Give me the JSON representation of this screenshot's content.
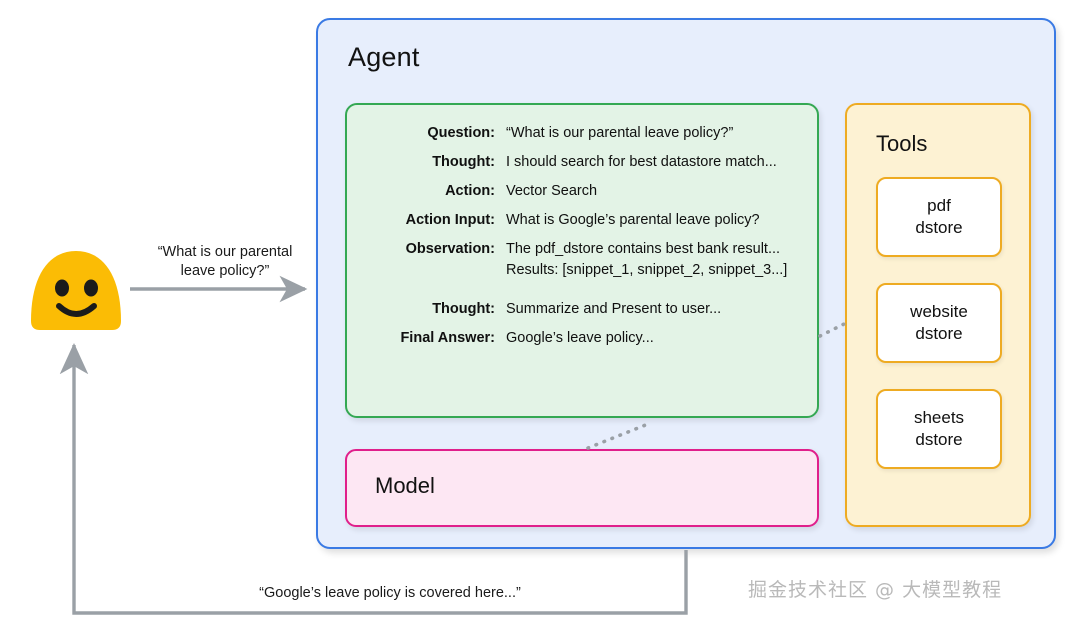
{
  "diagram": {
    "title": "Agent",
    "agent": {
      "label": "Agent",
      "border_color": "#3a7ae4",
      "fill_color": "#e7eefc"
    },
    "trace": {
      "border_color": "#34a853",
      "fill_color": "#e3f3e6",
      "rows": [
        {
          "label": "Question:",
          "value": "“What is our parental leave policy?”"
        },
        {
          "label": "Thought:",
          "value": "I should search for best datastore match..."
        },
        {
          "label": "Action:",
          "value": "Vector Search"
        },
        {
          "label": "Action Input:",
          "value": "What is Google’s parental leave policy?"
        },
        {
          "label": "Observation:",
          "value": "The pdf_dstore contains best bank result...\nResults: [snippet_1, snippet_2, snippet_3...]"
        },
        {
          "label": "Thought:",
          "value": "Summarize and Present to user..."
        },
        {
          "label": "Final Answer:",
          "value": "Google’s leave policy..."
        }
      ]
    },
    "model": {
      "label": "Model",
      "border_color": "#e01f8b",
      "fill_color": "#fde7f3"
    },
    "tools": {
      "label": "Tools",
      "border_color": "#eeab22",
      "fill_color": "#fdf2d3",
      "items": [
        {
          "label": "pdf\ndstore"
        },
        {
          "label": "website\ndstore"
        },
        {
          "label": "sheets\ndstore"
        }
      ]
    },
    "user": {
      "avatar": "smiley-blob-avatar",
      "avatar_color": "#fbbc05",
      "question": "“What is our parental\nleave policy?”",
      "answer": "“Google’s leave policy is covered here...”"
    },
    "connectors": {
      "request_arrow": "arrow-user-to-agent",
      "response_arrow": "arrow-agent-to-user",
      "trace_to_tools": "dotted-connector",
      "trace_to_model": "dotted-connector",
      "color": "#9aa0a6"
    },
    "watermark": "掘金技术社区 @ 大模型教程"
  }
}
